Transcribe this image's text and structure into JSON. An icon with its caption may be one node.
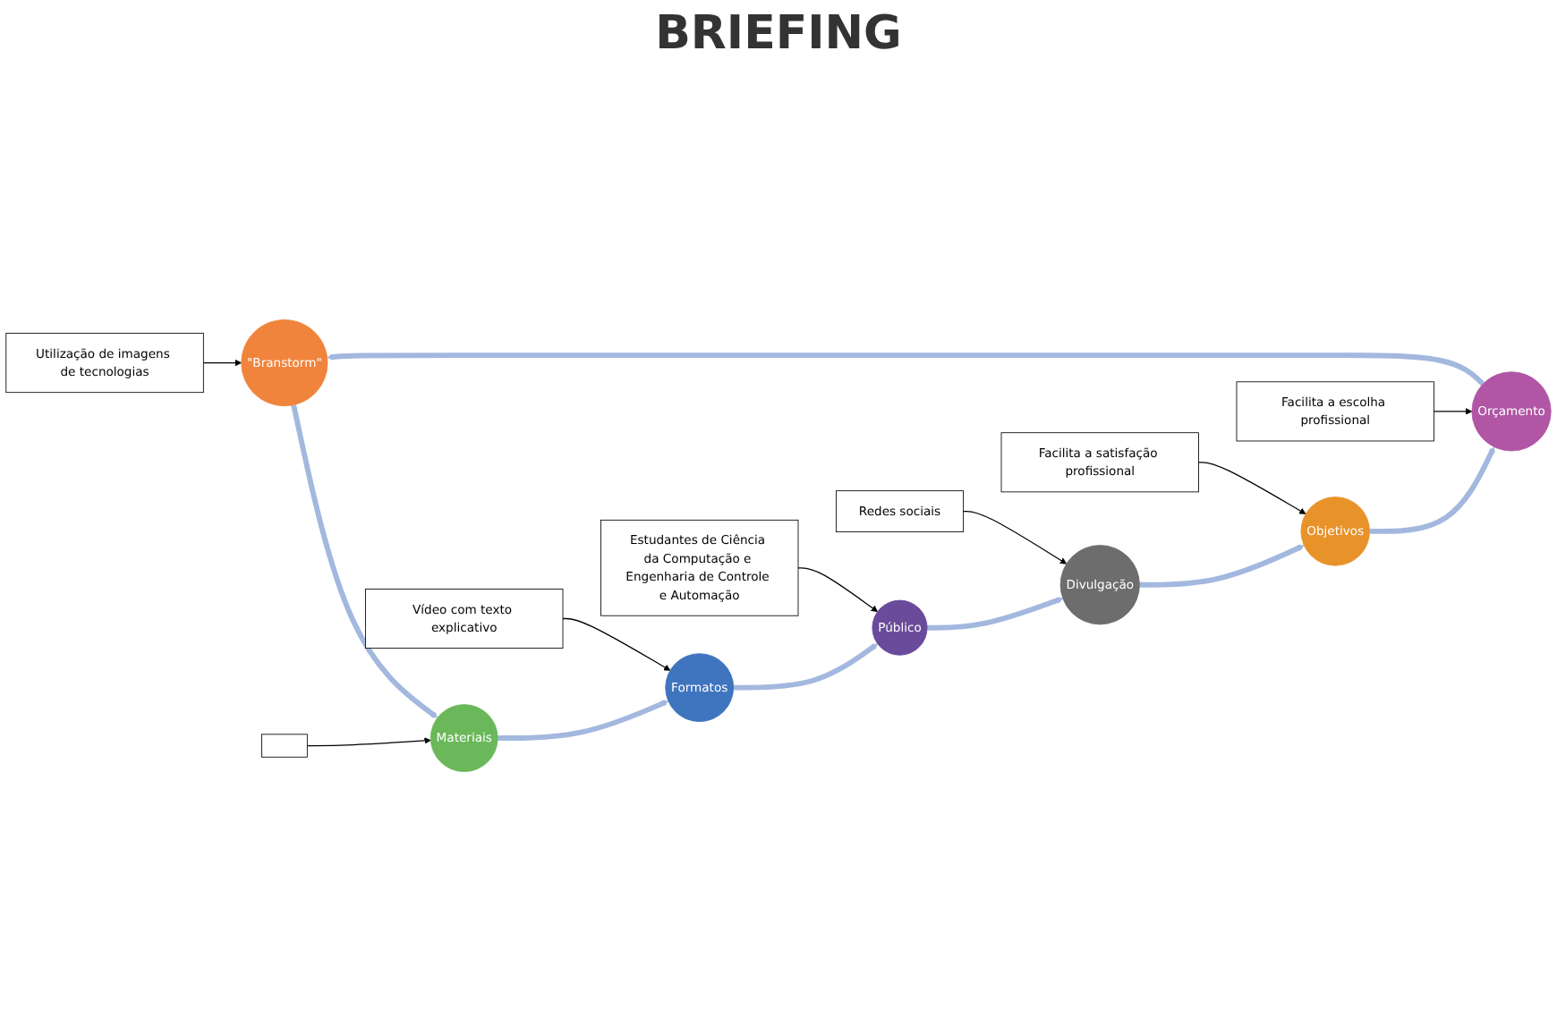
{
  "diagram": {
    "nodes": [
      {
        "text": [
          "Utilização de imagens de tecnologias"
        ]
      },
      {
        "text": [
          "\"Branstorm\""
        ]
      },
      {
        "text": [],
        "shape": "box"
      },
      {
        "text": [
          "Materiais"
        ]
      },
      {
        "text": [
          "Vídeo com texto explicativo"
        ]
      },
      {
        "text": [
          "Formatos"
        ]
      },
      {
        "text": [
          "Estudantes de Ciência da Computação e Engenharia de Controle e Automação"
        ]
      },
      {
        "text": [
          "Público"
        ]
      },
      {
        "text": [
          "Divulgação"
        ]
      },
      {
        "text": [
          "Redes sociais"
        ]
      },
      {
        "text": [
          "Facilita a satisfação profissional"
        ]
      },
      {
        "text": [
          "Objetivos"
        ]
      },
      {
        "text": [
          "Facilita a escolha profissional"
        ]
      },
      {
        "text": [
          "Orçamento"
        ]
      }
    ],
    "edges": [
      {
        "from": 0,
        "to": 1,
        "arrow": "to"
      },
      {
        "from": 1,
        "to": 3,
        "arrow": "to",
        "style": "thick",
        "color": "#a3b8de"
      },
      {
        "from": 2,
        "to": 3,
        "arrow": "to"
      },
      {
        "from": 3,
        "to": 5,
        "arrow": "to",
        "style": "thick",
        "color": "#a3b8de"
      },
      {
        "from": 4,
        "to": 5,
        "arrow": "to"
      },
      {
        "from": 5,
        "to": 7,
        "arrow": "to",
        "style": "thick",
        "color": "#a3b8de"
      },
      {
        "from": 6,
        "to": 7,
        "arrow": "to"
      },
      {
        "from": 7,
        "to": 8,
        "arrow": "to",
        "style": "thick",
        "color": "#a3b8de"
      },
      {
        "from": 9,
        "to": 8,
        "arrow": "to"
      },
      {
        "from": 8,
        "to": 11,
        "arrow": "to",
        "style": "thick",
        "color": "#a3b8de"
      },
      {
        "from": 10,
        "to": 11,
        "arrow": "to"
      },
      {
        "from": 11,
        "to": 13,
        "arrow": "to",
        "style": "thick",
        "color": "#a3b8de"
      },
      {
        "from": 12,
        "to": 13,
        "arrow": "to"
      },
      {
        "from": 13,
        "to": 1,
        "arrow": "to",
        "style": "thick",
        "color": "#a3b8de"
      }
    ],
    "labels": [
      "BRIEFING"
    ]
  }
}
